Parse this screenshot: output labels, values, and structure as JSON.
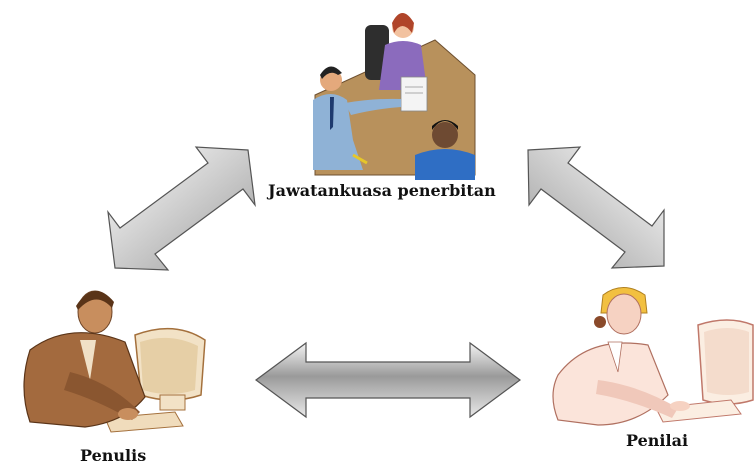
{
  "nodes": {
    "committee": {
      "label": "Jawatankuasa penerbitan"
    },
    "writer": {
      "label": "Penulis"
    },
    "reviewer": {
      "label": "Penilai"
    }
  },
  "arrows": [
    {
      "from": "writer",
      "to": "committee",
      "direction": "bidirectional"
    },
    {
      "from": "committee",
      "to": "reviewer",
      "direction": "bidirectional"
    },
    {
      "from": "writer",
      "to": "reviewer",
      "direction": "bidirectional"
    }
  ],
  "colors": {
    "arrow_light": "#ffffff",
    "arrow_dark": "#8a8a8a",
    "committee_bg": "#b8915c",
    "writer_tone": "#8a5a36",
    "reviewer_tone": "#e8b4a8"
  }
}
